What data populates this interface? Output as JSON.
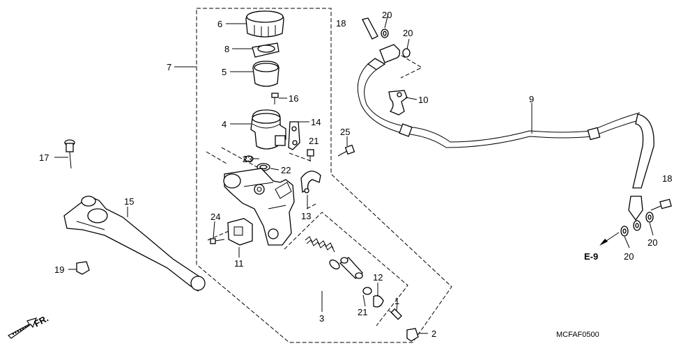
{
  "callouts": {
    "c1": "1",
    "c2": "2",
    "c3": "3",
    "c4": "4",
    "c5": "5",
    "c6": "6",
    "c7": "7",
    "c8": "8",
    "c9": "9",
    "c10": "10",
    "c11": "11",
    "c12": "12",
    "c13": "13",
    "c14": "14",
    "c15": "15",
    "c16": "16",
    "c17": "17",
    "c18a": "18",
    "c18b": "18",
    "c19": "19",
    "c20a": "20",
    "c20b": "20",
    "c20c": "20",
    "c20d": "20",
    "c21a": "21",
    "c21b": "21",
    "c22": "22",
    "c23": "23",
    "c24": "24",
    "c25": "25"
  },
  "reference": "E-9",
  "direction": "FR.",
  "diagram_code": "MCFAF0500"
}
